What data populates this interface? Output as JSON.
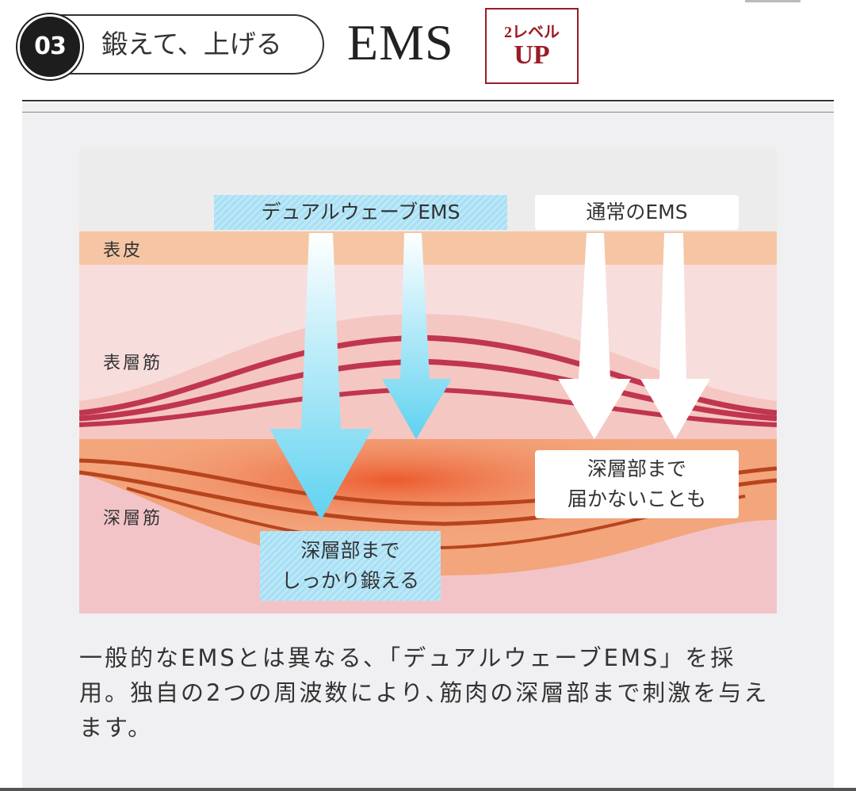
{
  "header": {
    "number": "03",
    "subtitle": "鍛えて、上げる",
    "title": "EMS",
    "badge_top": "2レベル",
    "badge_main": "UP"
  },
  "diagram": {
    "dual_label": "デュアルウェーブEMS",
    "normal_label": "通常のEMS",
    "layers": {
      "epidermis": "表皮",
      "surface_muscle": "表層筋",
      "deep_muscle": "深層筋"
    },
    "dual_result_line1": "深層部まで",
    "dual_result_line2": "しっかり鍛える",
    "normal_result_line1": "深層部まで",
    "normal_result_line2": "届かないことも"
  },
  "description": "一般的なEMSとは異なる､「デュアルウェーブEMS」を採用。独自の2つの周波数により､筋肉の深層部まで刺激を与えます。",
  "colors": {
    "badge_red": "#9a1c26",
    "muscle_red": "#c0364e",
    "deep_orange": "#f07a44",
    "arrow_blue": "#5fd2f0"
  },
  "icons": {
    "dual_arrows": "down-arrow-icon",
    "normal_arrows": "down-arrow-icon"
  }
}
